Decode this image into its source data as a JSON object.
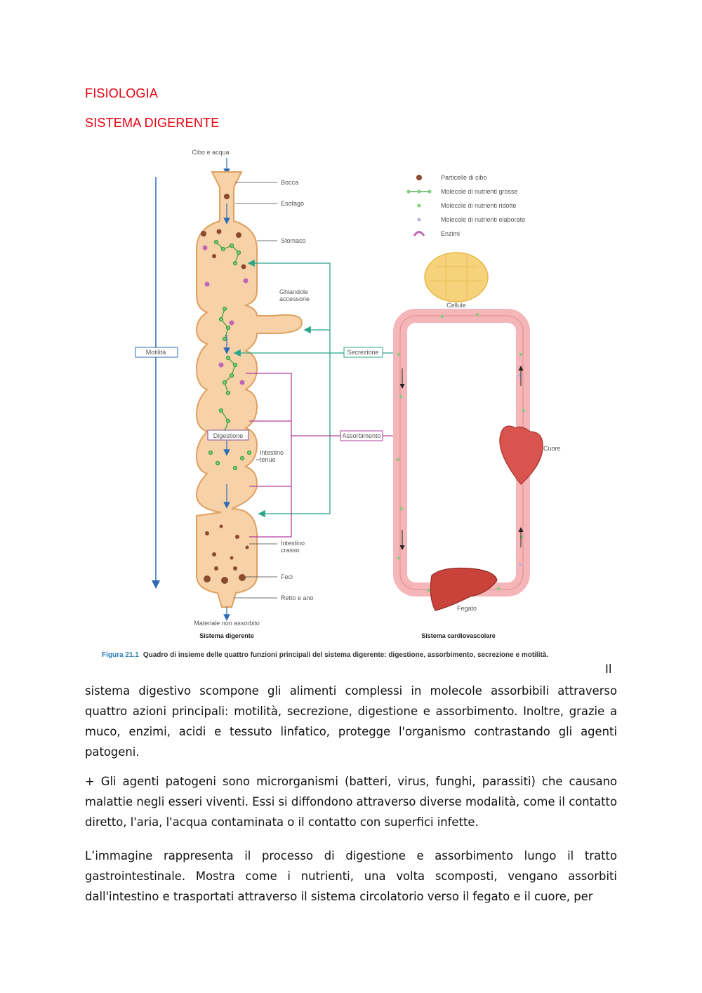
{
  "headings": {
    "title": "FISIOLOGIA",
    "subtitle": "SISTEMA DIGERENTE"
  },
  "figure": {
    "input_label": "Cibo e acqua",
    "organs": {
      "mouth": "Bocca",
      "esophagus": "Esofago",
      "stomach": "Stomaco",
      "glands_line1": "Ghiandole",
      "glands_line2": "accessorie",
      "small_int_line1": "Intestino",
      "small_int_line2": "tenue",
      "large_int_line1": "Intestino",
      "large_int_line2": "crasso",
      "feces": "Feci",
      "rectum": "Retto e ano",
      "unabsorbed": "Materiale non assorbito"
    },
    "functions": {
      "motility": "Motilità",
      "secretion": "Secrezione",
      "digestion": "Digestione",
      "absorption": "Assorbimento"
    },
    "legend": {
      "food_particles": "Particelle di cibo",
      "large_molecules": "Molecole di nutrienti grosse",
      "small_molecules": "Molecole di nutrienti ridotte",
      "processed_molecules": "Molecole di nutrienti elaborate",
      "enzymes": "Enzimi"
    },
    "cardio": {
      "cells": "Cellule",
      "heart": "Cuore",
      "liver": "Fegato"
    },
    "system_labels": {
      "digestive": "Sistema digerente",
      "cardiovascular": "Sistema cardiovascolare"
    },
    "caption_number": "Figura 21.1",
    "caption_text": "Quadro di insieme delle quattro funzioni principali del sistema digerente: digestione, assorbimento, secrezione e motilità.",
    "colors": {
      "tract_fill": "#f7d2a8",
      "tract_stroke": "#e0a060",
      "secretion_arrow": "#2aa58a",
      "absorption_arrow": "#b040a0",
      "vessel": "#f4b6b8",
      "motility_arrow": "#2d6cb5"
    }
  },
  "paragraphs": {
    "p1_lead": "Il",
    "p1": "sistema digestivo scompone gli alimenti complessi in molecole assorbibili attraverso quattro azioni principali: motilità, secrezione, digestione e assorbimento. Inoltre, grazie a muco, enzimi, acidi e tessuto linfatico, protegge l'organismo contrastando gli agenti patogeni.",
    "p2": "+ Gli agenti patogeni sono microrganismi (batteri, virus, funghi, parassiti) che causano malattie negli esseri viventi. Essi si diffondono attraverso diverse modalità, come il contatto diretto, l'aria, l'acqua contaminata o il contatto con superfici infette.",
    "p3": "L’immagine rappresenta il processo di digestione e assorbimento lungo il tratto gastrointestinale. Mostra come i nutrienti, una volta scomposti, vengano assorbiti dall'intestino e trasportati attraverso il sistema circolatorio verso il fegato e il cuore, per"
  }
}
